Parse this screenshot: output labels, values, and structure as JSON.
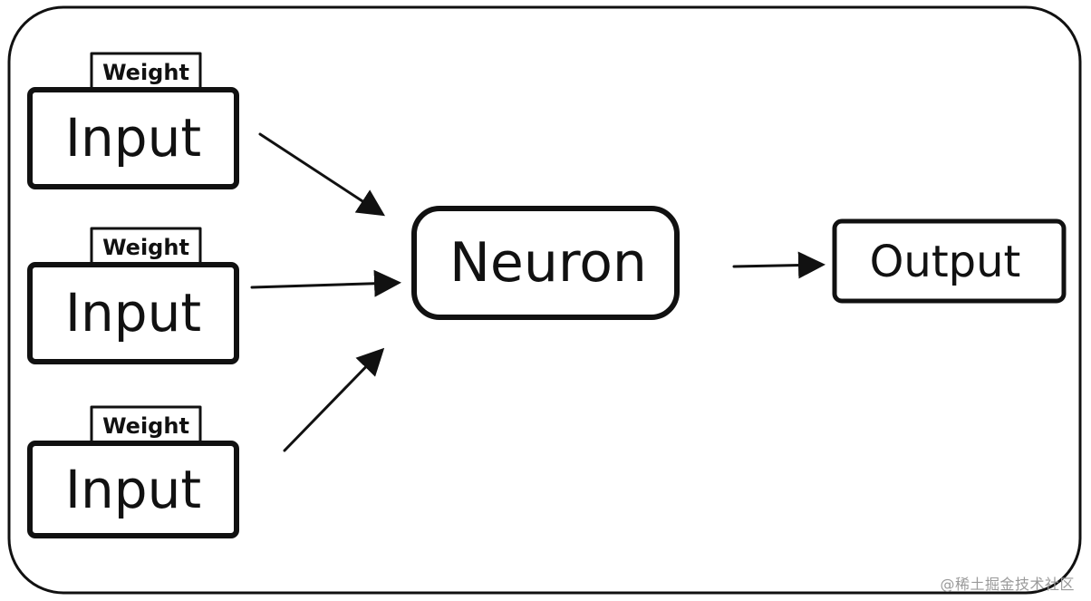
{
  "diagram": {
    "inputs": [
      {
        "weight_label": "Weight",
        "input_label": "Input"
      },
      {
        "weight_label": "Weight",
        "input_label": "Input"
      },
      {
        "weight_label": "Weight",
        "input_label": "Input"
      }
    ],
    "neuron_label": "Neuron",
    "output_label": "Output"
  },
  "watermark": "@稀土掘金技术社区",
  "colors": {
    "ink": "#111111",
    "background": "#ffffff",
    "watermark": "#9a9a9a"
  }
}
